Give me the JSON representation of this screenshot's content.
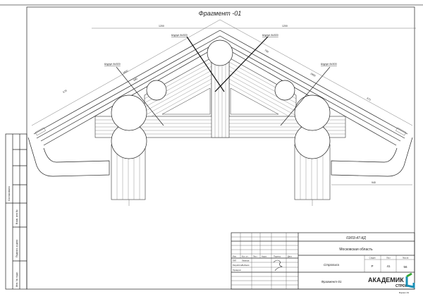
{
  "drawing": {
    "title": "Фрагмент -01",
    "labels": {
      "screw_left_top": "Шуруп 8х300",
      "screw_right_top": "Шуруп 8х300",
      "screw_left": "Шуруп 8х300",
      "screw_right": "Шуруп 8х300"
    },
    "dimensions": {
      "top_left": "1200",
      "top_right": "1200",
      "slope_left_a": "2800",
      "slope_left_b": "580",
      "slope_left_c": "673",
      "slope_right_a": "2800",
      "slope_right_b": "750",
      "slope_right_c": "673",
      "bottom_right": "940"
    }
  },
  "side_stamp": {
    "agreed": "Согласовано",
    "replaced_inv": "Взам. инв.№",
    "sign_date": "Подпись и дата",
    "inv_orig": "Инв. № подл."
  },
  "title_block": {
    "code": "03/03-47-КД",
    "location": "Московская область",
    "object": "Стропила",
    "sheet_name": "Фрагмент-01",
    "headers": [
      "Изм.",
      "Кол. уч.",
      "Лист",
      "№док.",
      "Подпись",
      "Дата"
    ],
    "rows": [
      {
        "role": "ГИП",
        "name": "Лемехов"
      },
      {
        "role": "Разработал",
        "name": "Рыбаков"
      },
      {
        "role": "Проверил",
        "name": ""
      }
    ],
    "stage_label": "Стадия",
    "sheet_label": "Лист",
    "sheets_label": "Листов",
    "stage": "Р",
    "sheet": "41",
    "sheets": "56",
    "logo_text": "АКАДЕМИК",
    "logo_sub": "СТРОЙ",
    "format": "Формат А3",
    "logo_color": "#3aa935"
  }
}
